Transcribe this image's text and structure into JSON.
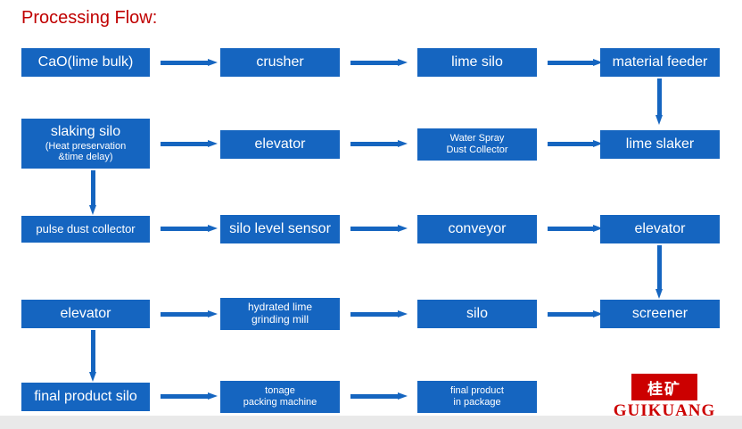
{
  "title": "Processing Flow:",
  "colors": {
    "node_fill": "#1565c0",
    "node_text": "#ffffff",
    "title_text": "#c00000",
    "arrow": "#1565c0",
    "logo_red": "#cc0000",
    "background": "#ffffff"
  },
  "nodes": {
    "cao": {
      "line1": "CaO(lime bulk)"
    },
    "crusher": {
      "line1": "crusher"
    },
    "lime_silo": {
      "line1": "lime silo"
    },
    "material_feeder": {
      "line1": "material feeder"
    },
    "slaking_silo": {
      "line1": "slaking silo",
      "line2": "(Heat preservation",
      "line3": "&time delay)"
    },
    "elevator_2": {
      "line1": "elevator"
    },
    "water_spray": {
      "line1": "Water Spray",
      "line2": "Dust Collector"
    },
    "lime_slaker": {
      "line1": "lime slaker"
    },
    "pulse_dust_collector": {
      "line1": "pulse dust collector"
    },
    "silo_level_sensor": {
      "line1": "silo level sensor"
    },
    "conveyor": {
      "line1": "conveyor"
    },
    "elevator_3": {
      "line1": "elevator"
    },
    "elevator_4": {
      "line1": "elevator"
    },
    "hydrated_lime_grinding_mill": {
      "line1": "hydrated lime",
      "line2": "grinding mill"
    },
    "silo": {
      "line1": "silo"
    },
    "screener": {
      "line1": "screener"
    },
    "final_product_silo": {
      "line1": "final product silo"
    },
    "tonage_packing_machine": {
      "line1": "tonage",
      "line2": "packing machine"
    },
    "final_product_in_package": {
      "line1": "final product",
      "line2": "in package"
    }
  },
  "logo": {
    "badge": "桂矿",
    "name": "GUIKUANG"
  }
}
